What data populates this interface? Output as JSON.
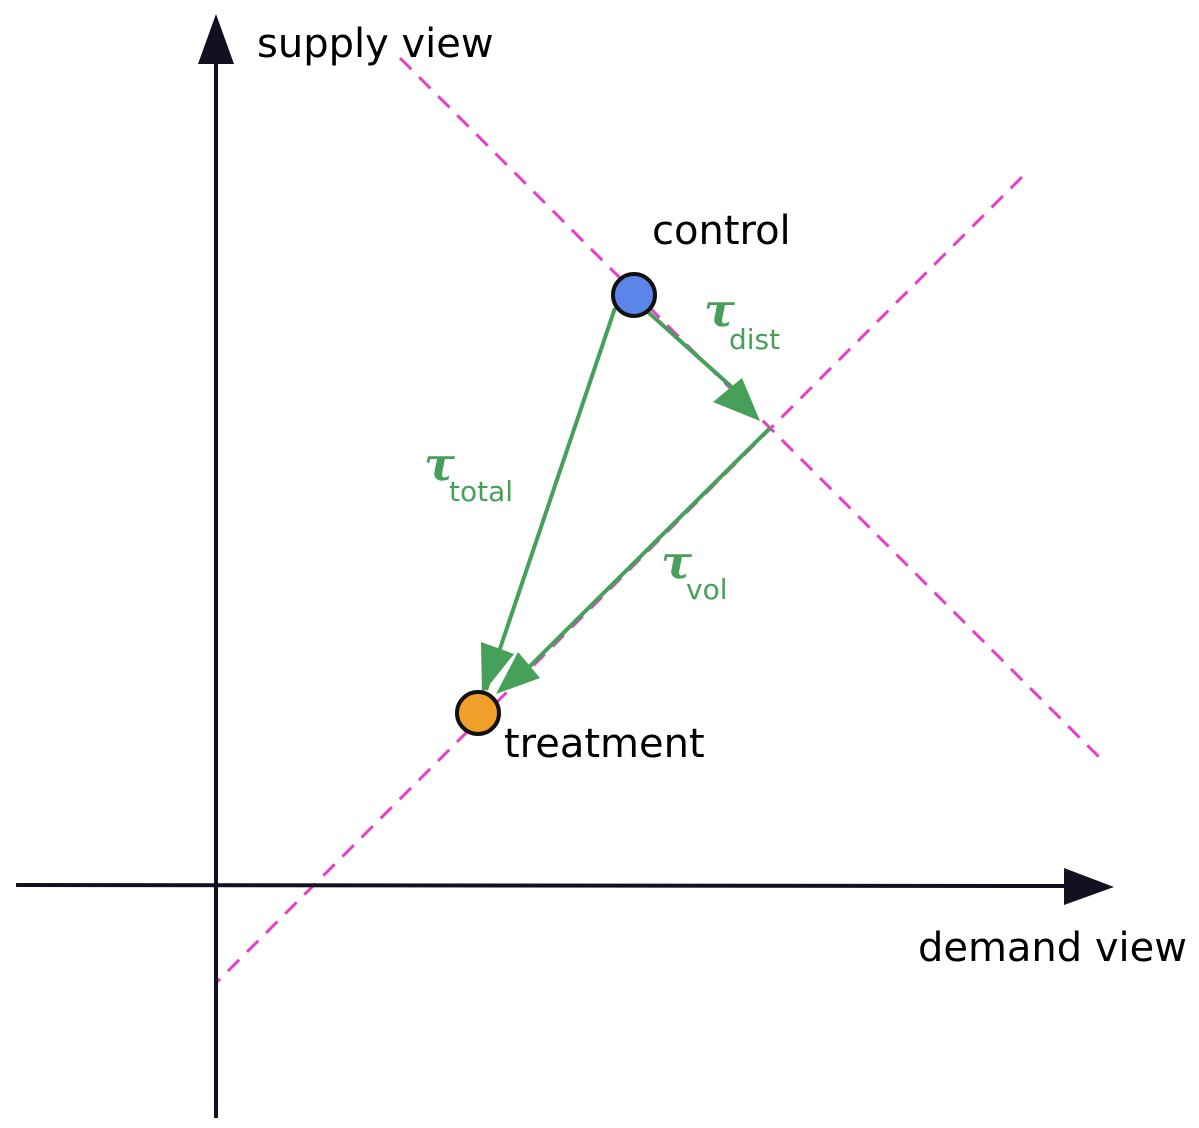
{
  "axes": {
    "y_label": "supply view",
    "x_label": "demand view"
  },
  "points": {
    "control": {
      "label": "control"
    },
    "treatment": {
      "label": "treatment"
    }
  },
  "effects": {
    "dist": {
      "symbol": "τ",
      "subscript": "dist"
    },
    "total": {
      "symbol": "τ",
      "subscript": "total"
    },
    "vol": {
      "symbol": "τ",
      "subscript": "vol"
    }
  },
  "colors": {
    "axis": "#111122",
    "guide_line": "#e83fc8",
    "arrow": "#46a05a",
    "control_fill": "#5b85e8",
    "treatment_fill": "#f0a02a",
    "point_stroke": "#111111"
  }
}
